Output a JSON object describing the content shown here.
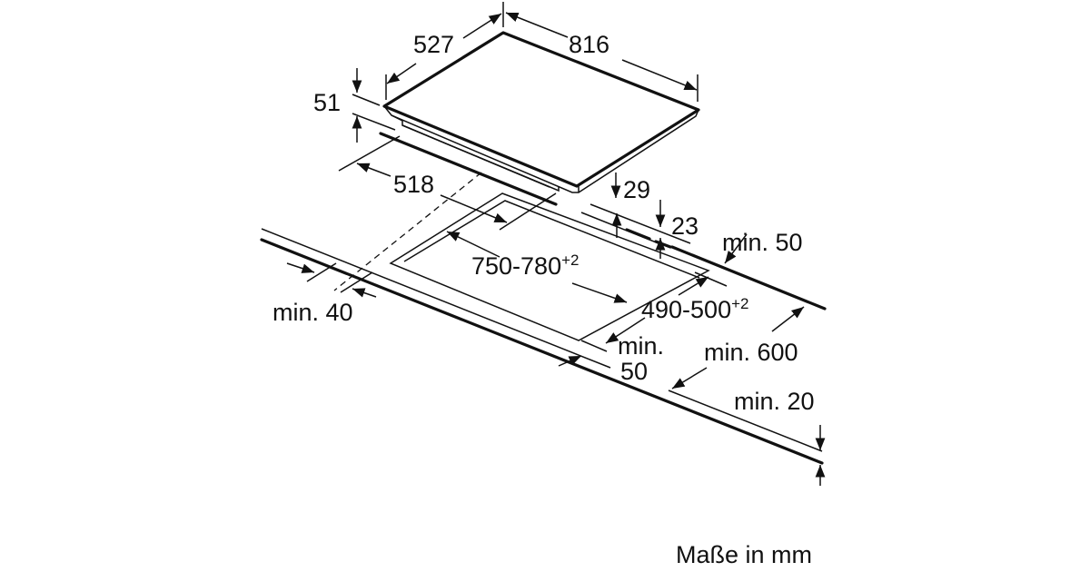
{
  "dimensions": {
    "hob_depth": "527",
    "hob_width": "816",
    "hob_height": "51",
    "hob_inner_depth": "518",
    "under_depth": "29",
    "clearance": "23",
    "cutout_width": "750-780",
    "cutout_width_tol": "+2",
    "cutout_depth": "490-500",
    "cutout_depth_tol": "+2",
    "min_back": "min. 50",
    "min_side": "min. 40",
    "min_front_label": "min.",
    "min_front_value": "50",
    "min_cabinet": "min. 600",
    "min_worktop": "min. 20"
  },
  "footer": {
    "units": "Maße in mm"
  },
  "colors": {
    "line": "#111111",
    "background": "#ffffff"
  }
}
